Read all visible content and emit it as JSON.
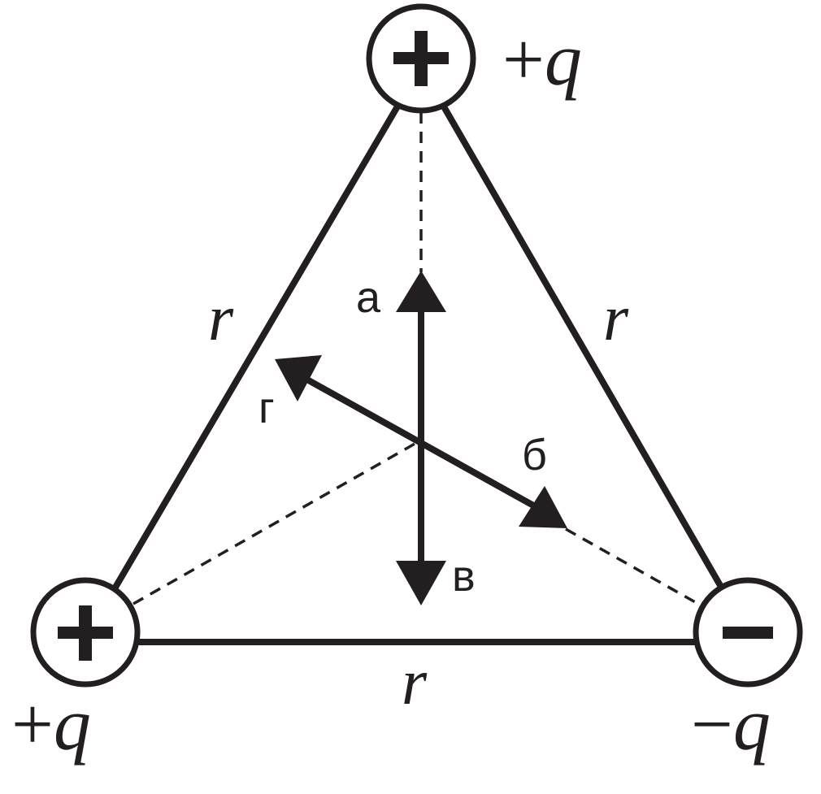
{
  "charges": [
    {
      "id": "top",
      "sign": "+",
      "value": "q"
    },
    {
      "id": "bottom-left",
      "sign": "+",
      "value": "q"
    },
    {
      "id": "bottom-right",
      "sign": "−",
      "value": "q"
    }
  ],
  "sides": {
    "left": "r",
    "right": "r",
    "bottom": "r"
  },
  "vectors": {
    "up": "а",
    "down-right": "б",
    "down": "в",
    "up-left": "г"
  },
  "colors": {
    "ink": "#231f20",
    "background": "#ffffff"
  }
}
